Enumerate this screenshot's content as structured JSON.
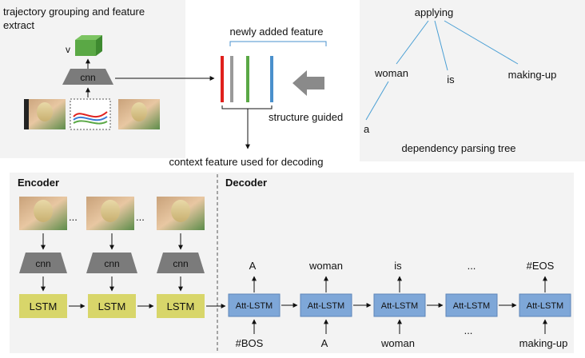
{
  "top_left": {
    "title_line1": "trajectory grouping  and feature",
    "title_line2": "extract",
    "v_label": "v",
    "cnn_label": "cnn"
  },
  "top_center": {
    "newly_added_label": "newly added feature",
    "structure_guided_label": "structure guided",
    "context_feature_label": "context feature used for decoding",
    "bar_colors": [
      "#e0201c",
      "#9a9a9a",
      "#5aa845",
      "#4a90cc"
    ]
  },
  "tree": {
    "root": "applying",
    "nodes": [
      "woman",
      "is",
      "making-up"
    ],
    "leaf": "a",
    "caption": "dependency parsing tree"
  },
  "encoder": {
    "title": "Encoder",
    "ellipsis": "...",
    "cnn_labels": [
      "cnn",
      "cnn",
      "cnn"
    ],
    "lstm_labels": [
      "LSTM",
      "LSTM",
      "LSTM"
    ]
  },
  "decoder": {
    "title": "Decoder",
    "cells": [
      "Att-LSTM",
      "Att-LSTM",
      "Att-LSTM",
      "Att-LSTM",
      "Att-LSTM"
    ],
    "outputs": [
      "A",
      "woman",
      "is",
      "...",
      "#EOS"
    ],
    "inputs": [
      "#BOS",
      "A",
      "woman",
      "...",
      "making-up"
    ]
  },
  "colors": {
    "panel_bg": "#f3f3f3",
    "cnn_fill": "#7b7b7b",
    "lstm_fill": "#d8d66a",
    "att_fill": "#7ea7d8",
    "cube_fill": "#5aa845",
    "tree_line": "#4a9fd4"
  }
}
